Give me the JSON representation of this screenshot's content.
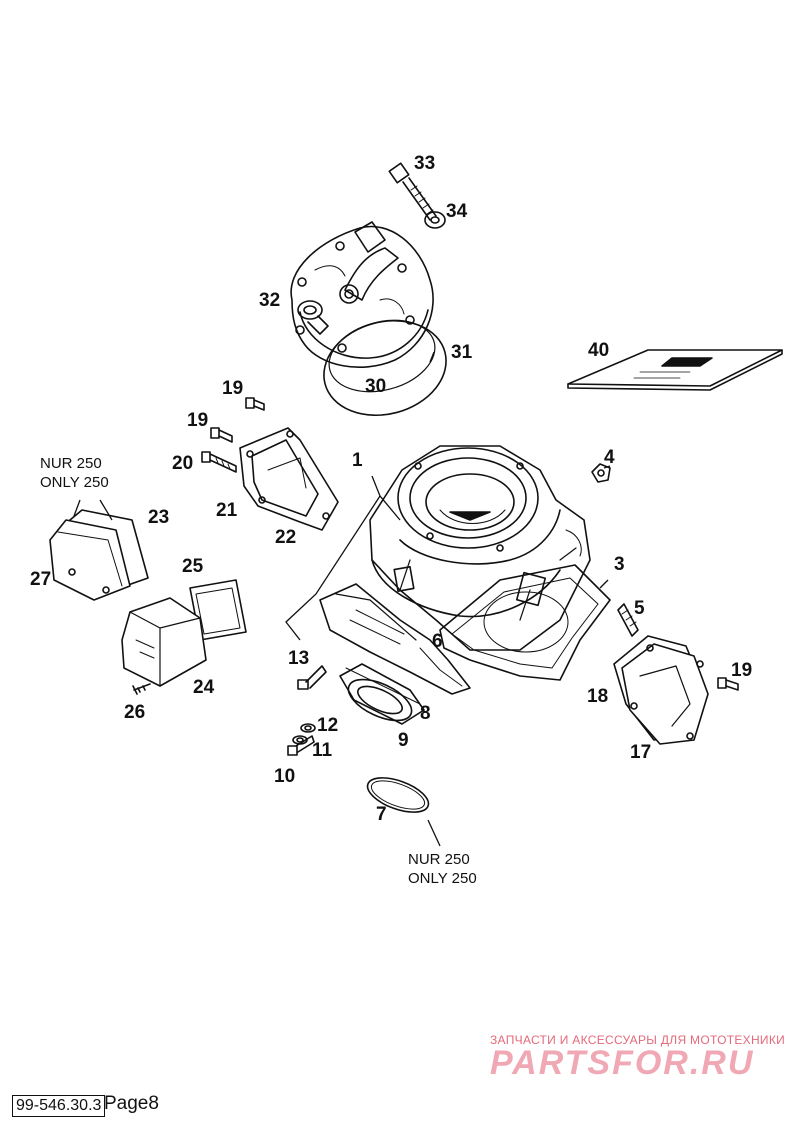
{
  "callouts": {
    "n1": "1",
    "n3": "3",
    "n4": "4",
    "n5": "5",
    "n6": "6",
    "n7": "7",
    "n8": "8",
    "n9": "9",
    "n10": "10",
    "n11": "11",
    "n12": "12",
    "n13": "13",
    "n17": "17",
    "n18": "18",
    "n19a": "19",
    "n19b": "19",
    "n19c": "19",
    "n20": "20",
    "n21": "21",
    "n22": "22",
    "n23": "23",
    "n24": "24",
    "n25": "25",
    "n26": "26",
    "n27": "27",
    "n30": "30",
    "n31": "31",
    "n32": "32",
    "n33": "33",
    "n34": "34",
    "n40": "40"
  },
  "notes": {
    "left_line1": "NUR 250",
    "left_line2": "ONLY 250",
    "bottom_line1": "NUR 250",
    "bottom_line2": "ONLY 250"
  },
  "watermark": {
    "tagline": "ЗАПЧАСТИ И АКСЕССУАРЫ ДЛЯ МОТОТЕХНИКИ",
    "logo": "PARTSFOR.RU"
  },
  "footer": {
    "code": "99-546.30.3",
    "page": "Page8"
  },
  "icons": [
    "cylinder-head",
    "cylinder",
    "reed-valve",
    "intake-flange",
    "o-ring",
    "exhaust-valve-cover",
    "gasket",
    "bolt",
    "washer",
    "manual-booklet"
  ]
}
